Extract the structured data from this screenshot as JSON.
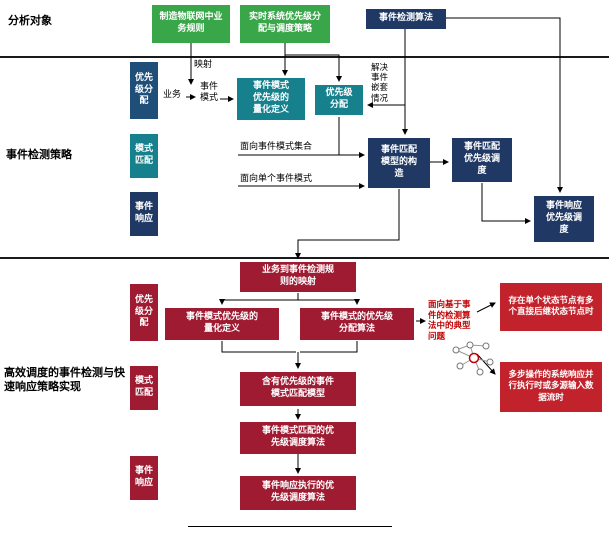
{
  "section_labels": {
    "analysis": "分析对象",
    "strategy": "事件检测策略",
    "implementation": "高效调度的事件检测与快速响应策略实现"
  },
  "analysis_row": {
    "business_rules": "制造物联网中业务规则",
    "realtime_strategy": "实时系统优先级分配与调度策略",
    "detection_algorithm": "事件检测算法"
  },
  "strategy_section": {
    "sidebar": {
      "priority_assignment": "优先级分配",
      "pattern_matching": "模式匹配",
      "event_response": "事件响应"
    },
    "flow_labels": {
      "mapping": "映射",
      "business": "业务",
      "event_pattern": "事件模式",
      "solve_nesting": "解决事件嵌套情况",
      "pattern_set": "面向事件模式集合",
      "single_pattern": "面向单个事件模式"
    },
    "boxes": {
      "quantitative_definition": "事件模式优先级的量化定义",
      "priority_assignment": "优先级分配",
      "matching_model": "事件匹配模型的构造",
      "matching_scheduling": "事件匹配优先级调度",
      "response_scheduling": "事件响应优先级调度"
    }
  },
  "implementation_section": {
    "sidebar": {
      "priority_assignment": "优先级分配",
      "pattern_matching": "模式匹配",
      "event_response": "事件响应"
    },
    "boxes": {
      "rule_mapping": "业务到事件检测规则的映射",
      "quantitative_definition": "事件模式优先级的量化定义",
      "assignment_algorithm": "事件模式的优先级分配算法",
      "matching_model": "含有优先级的事件模式匹配模型",
      "matching_scheduling_algorithm": "事件模式匹配的优先级调度算法",
      "response_scheduling_algorithm": "事件响应执行的优先级调度算法"
    },
    "annotation": "面向基于事件的检测算法中的典型问题",
    "notes": {
      "multi_successor": "存在单个状态节点有多个直接后继状态节点时",
      "parallel_response": "多步操作的系统响应并行执行时或多源输入数据流时"
    }
  },
  "colors": {
    "green": "#3aa64a",
    "teal": "#17808d",
    "navy": "#1f3864",
    "blue": "#1f4e79",
    "dark_red": "#9e1b32",
    "bright_red": "#c2222b"
  }
}
